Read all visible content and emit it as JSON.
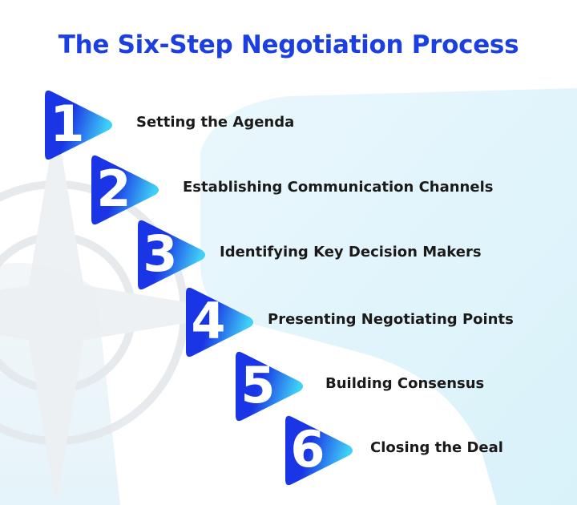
{
  "title": "The Six-Step Negotiation Process",
  "colors": {
    "title": "#1b3fe0",
    "badge_dark": "#1a35e6",
    "badge_light": "#3fd0f5",
    "text": "#1a1a1a"
  },
  "steps": [
    {
      "number": "1",
      "label": "Setting the Agenda"
    },
    {
      "number": "2",
      "label": "Establishing Communication Channels"
    },
    {
      "number": "3",
      "label": "Identifying Key Decision Makers"
    },
    {
      "number": "4",
      "label": "Presenting Negotiating Points"
    },
    {
      "number": "5",
      "label": "Building Consensus"
    },
    {
      "number": "6",
      "label": "Closing the Deal"
    }
  ]
}
